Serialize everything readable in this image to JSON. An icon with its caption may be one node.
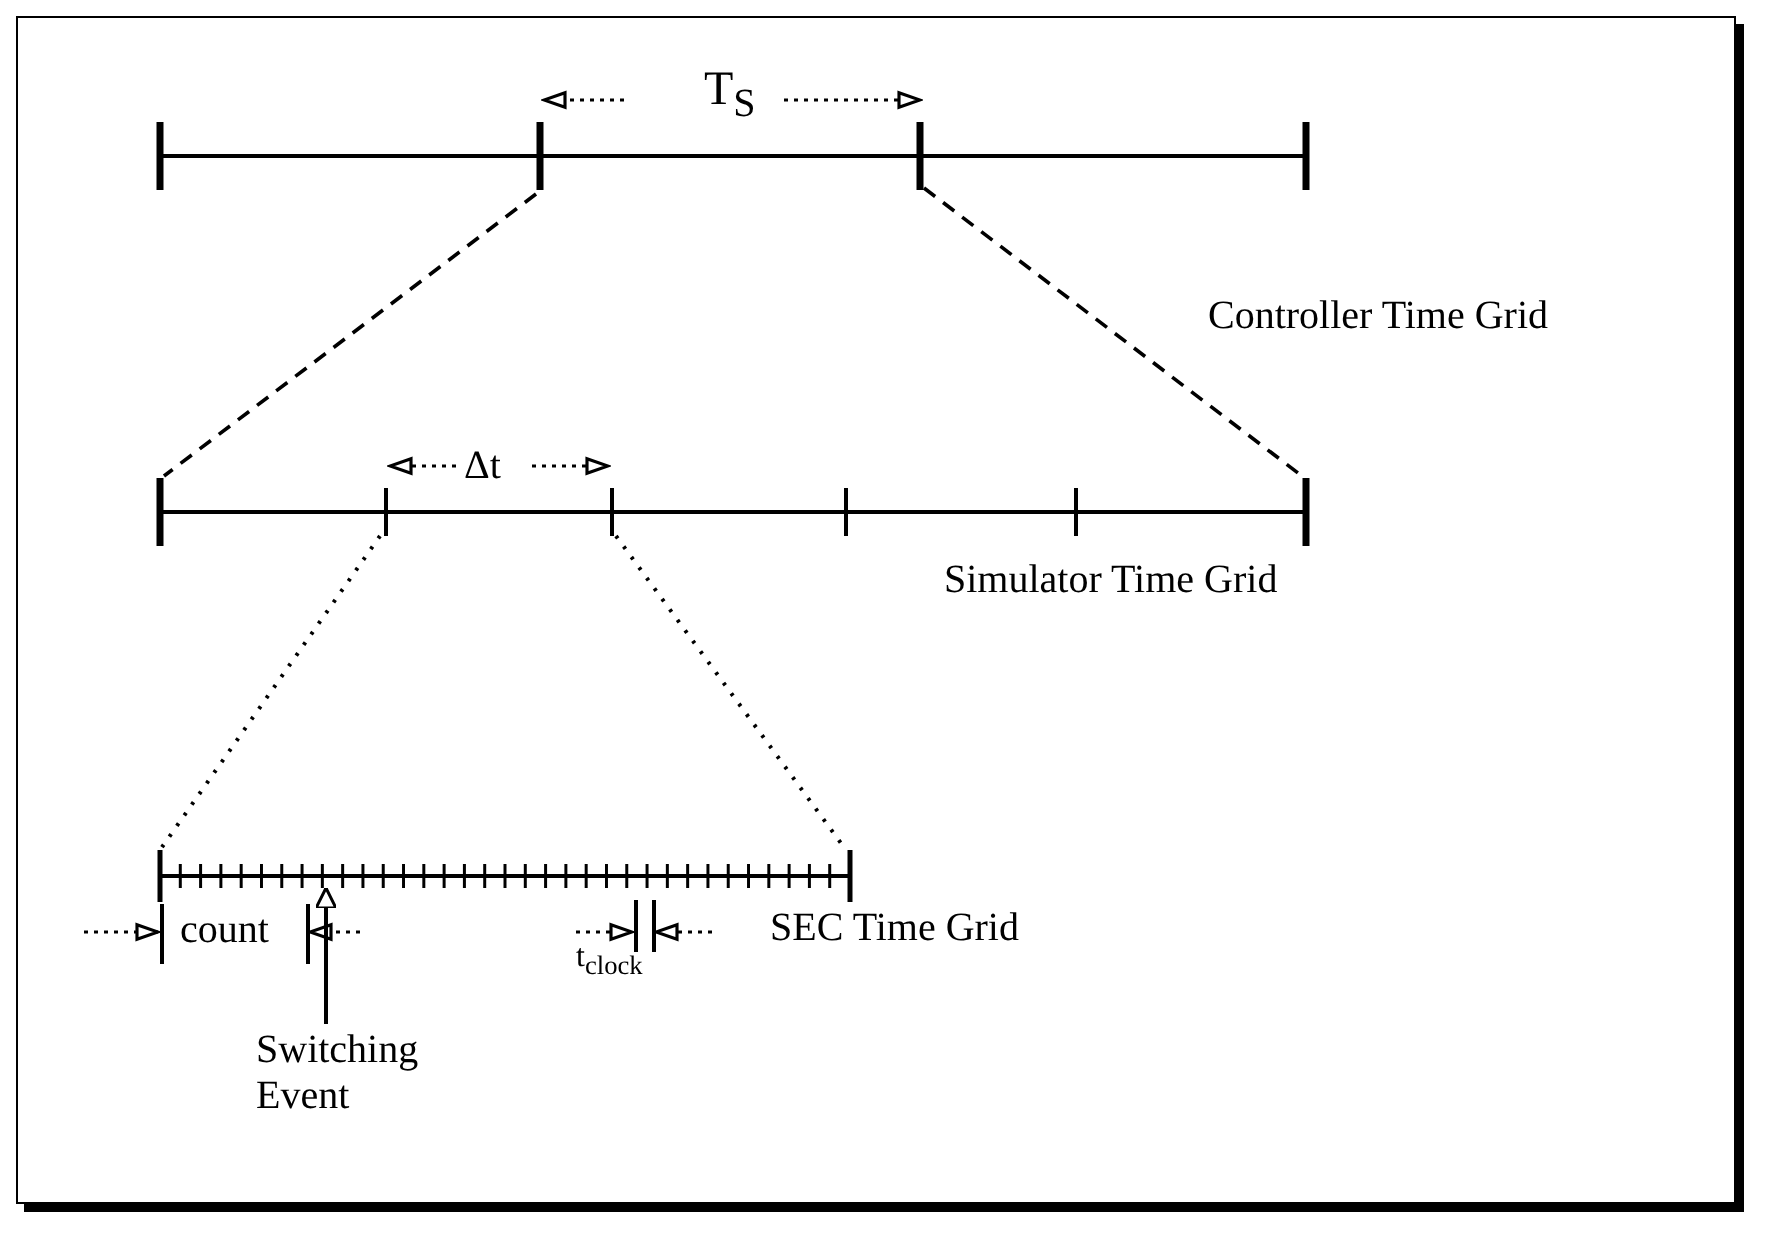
{
  "diagram": {
    "nodes": [
      {
        "text": [
          "Switching Event"
        ]
      },
      {
        "text": [],
        "shape": "bar"
      }
    ],
    "edges": [
      {
        "from": 0,
        "to": 1,
        "arrow": "to"
      }
    ],
    "labels": [
      "T$_{S}$",
      "Controller Time Grid",
      "Δt",
      "Simulator Time Grid",
      "count",
      "t$_{clock}$",
      "SEC Time Grid"
    ]
  }
}
